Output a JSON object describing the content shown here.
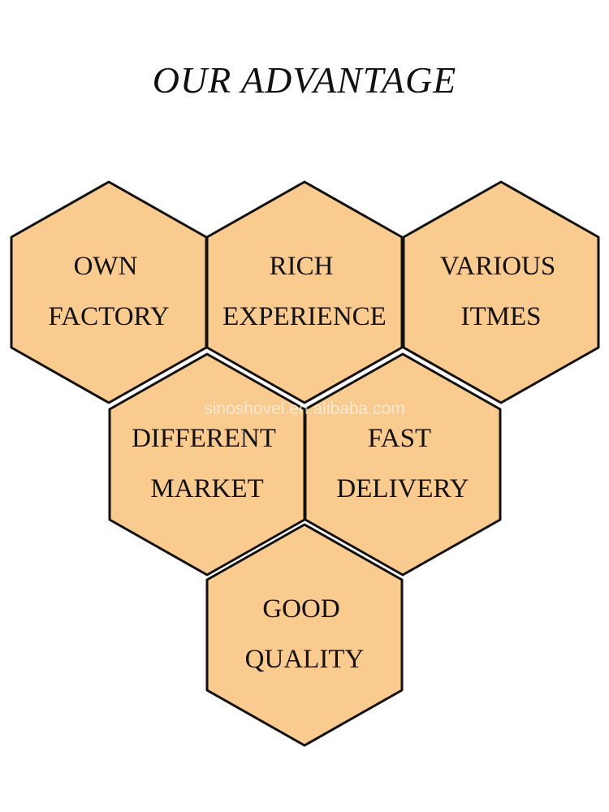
{
  "title": "OUR ADVANTAGE",
  "watermark": "sinoshovel.en.alibaba.com",
  "colors": {
    "hex_fill": "#F9CB8E",
    "hex_stroke": "#111111",
    "text": "#111111"
  },
  "advantages": [
    {
      "line1": "OWN",
      "line2": "FACTORY"
    },
    {
      "line1": "RICH",
      "line2": "EXPERIENCE"
    },
    {
      "line1": "VARIOUS",
      "line2": "ITMES"
    },
    {
      "line1": "DIFFERENT",
      "line2": "MARKET"
    },
    {
      "line1": "FAST",
      "line2": "DELIVERY"
    },
    {
      "line1": "GOOD",
      "line2": "QUALITY"
    }
  ]
}
